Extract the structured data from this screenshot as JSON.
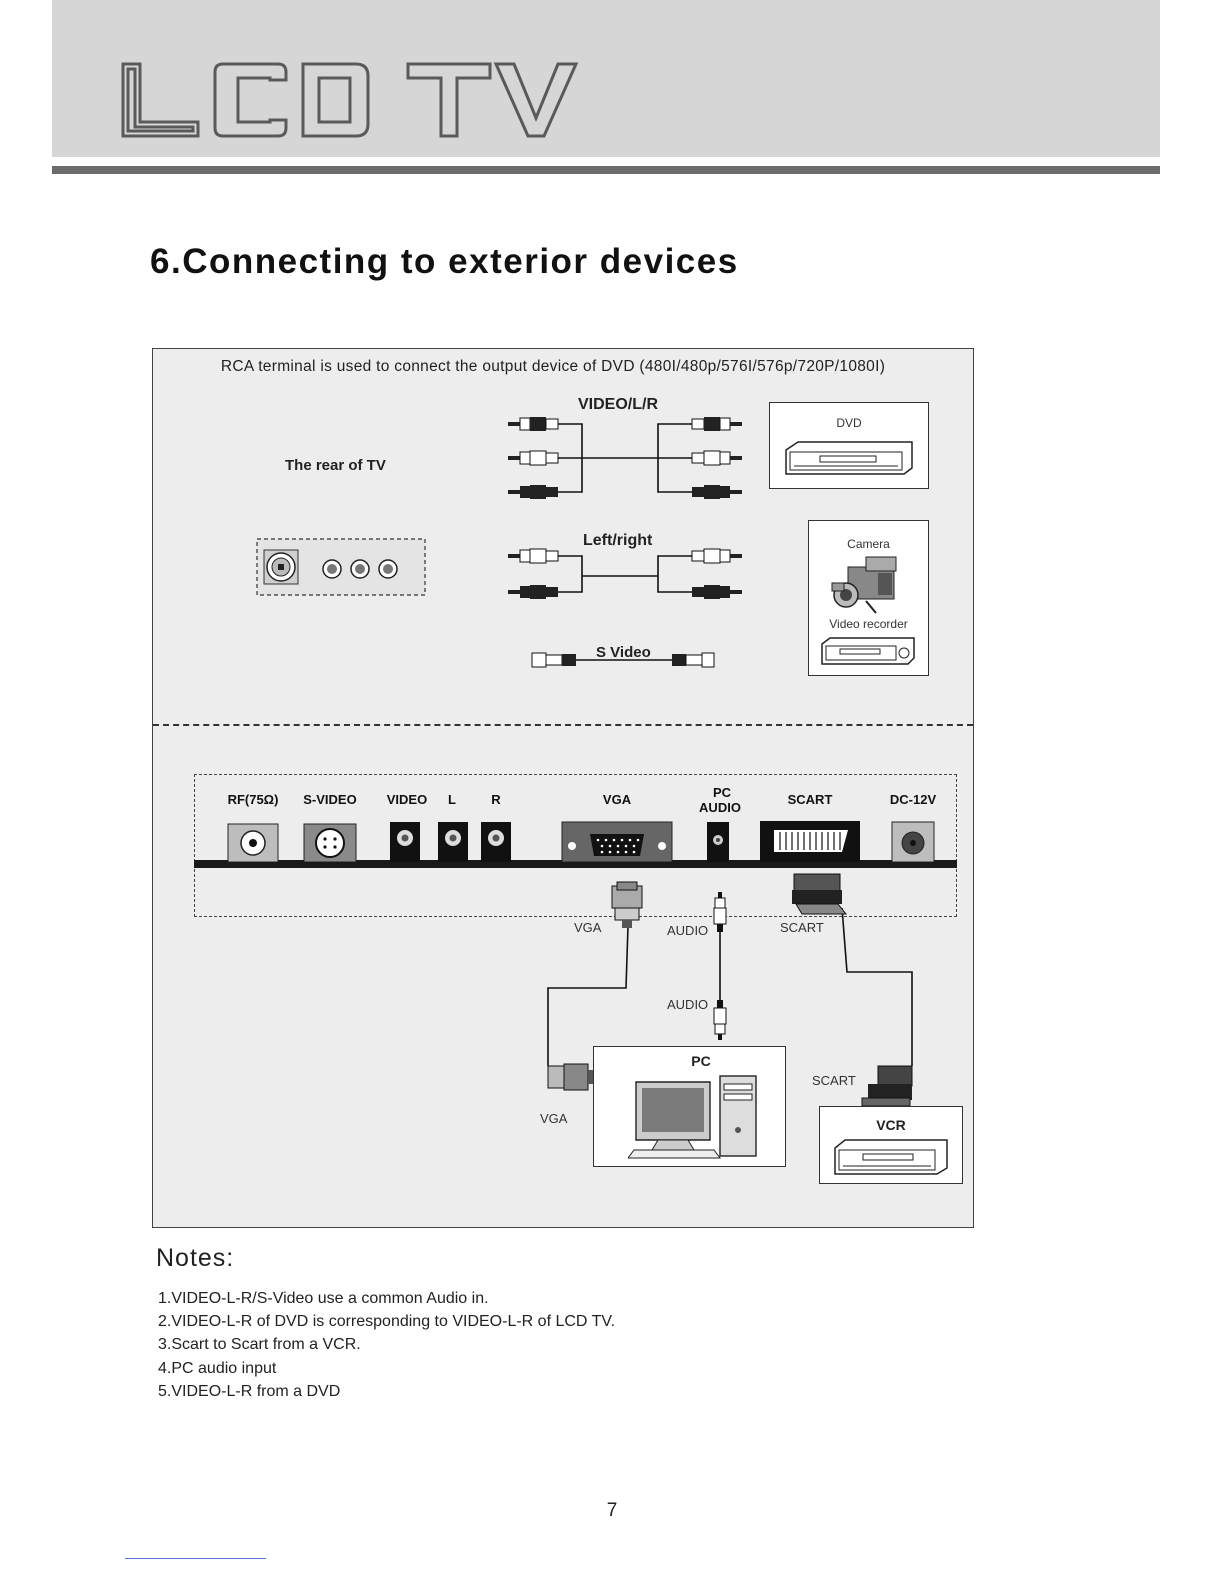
{
  "header": {
    "logo_text": "LCD TV"
  },
  "section_title": "6.Connecting to exterior devices",
  "diagram": {
    "rca_note": "RCA terminal is used to connect the output device of DVD (480I/480p/576I/576p/720P/1080I)",
    "video_lr_label": "VIDEO/L/R",
    "rear_of_tv_label": "The rear of TV",
    "left_right_label": "Left/right",
    "s_video_label": "S Video",
    "dvd_label": "DVD",
    "camera_label": "Camera",
    "video_recorder_label": "Video recorder",
    "ports": {
      "rf": "RF(75Ω)",
      "s_video": "S-VIDEO",
      "video": "VIDEO",
      "l": "L",
      "r": "R",
      "vga": "VGA",
      "pc_audio_line1": "PC",
      "pc_audio_line2": "AUDIO",
      "scart": "SCART",
      "dc": "DC-12V"
    },
    "cable_labels": {
      "vga_top": "VGA",
      "audio_top": "AUDIO",
      "scart_top": "SCART",
      "audio_bottom": "AUDIO",
      "vga_bottom": "VGA",
      "scart_bottom": "SCART"
    },
    "pc_label": "PC",
    "vcr_label": "VCR"
  },
  "notes": {
    "title": "Notes:",
    "items": [
      "1.VIDEO-L-R/S-Video use a common Audio in.",
      "2.VIDEO-L-R of DVD  is corresponding  to VIDEO-L-R of LCD TV.",
      "3.Scart to Scart from a VCR.",
      "4.PC audio input",
      "5.VIDEO-L-R from a DVD"
    ]
  },
  "page_number": "7"
}
